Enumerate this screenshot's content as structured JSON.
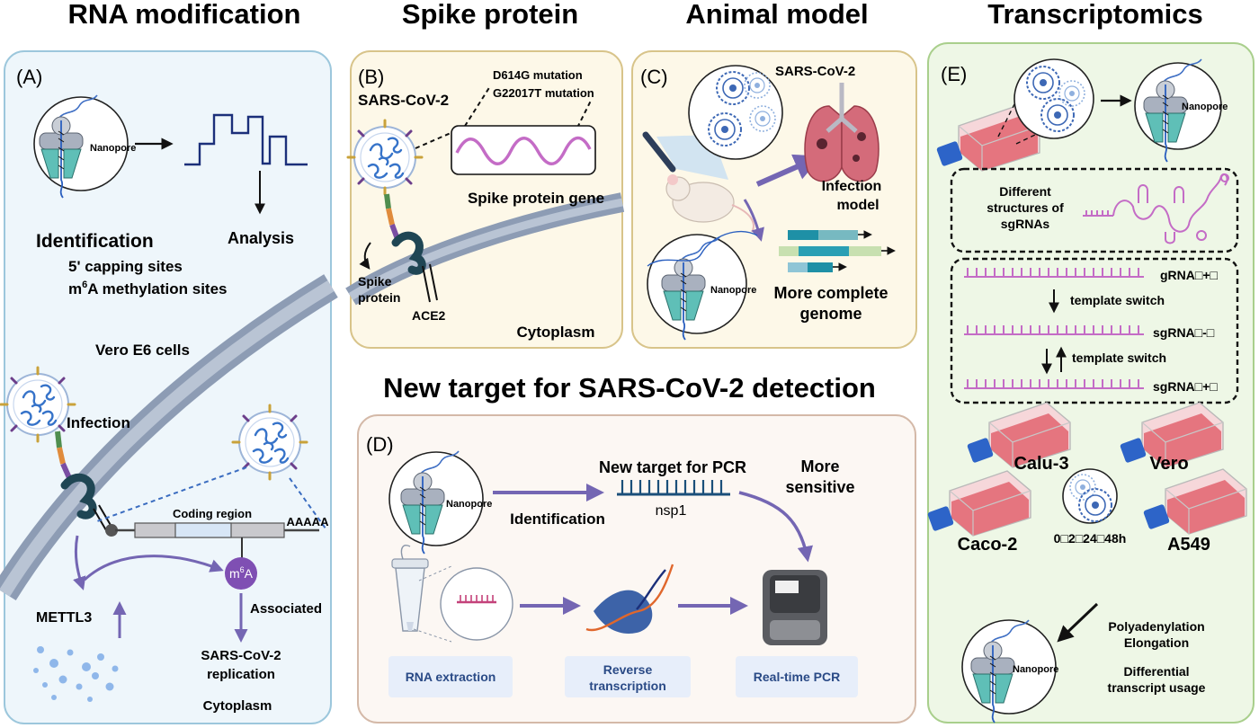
{
  "titles": {
    "rna": "RNA modification",
    "spike": "Spike protein",
    "animal": "Animal model",
    "trans": "Transcriptomics",
    "detect": "New target for SARS-CoV-2 detection"
  },
  "nanopore": "Nanopore",
  "panel_a": {
    "label": "(A)",
    "identification": "Identification",
    "analysis": "Analysis",
    "site1": "5' capping sites",
    "site2_pre": "m",
    "site2_sup": "6",
    "site2_post": "A methylation sites",
    "vero": "Vero E6 cells",
    "infection": "Infection",
    "coding": "Coding region",
    "polya": "AAAAA",
    "m6a_main": "m",
    "m6a_sup": "6",
    "m6a_end": "A",
    "associated": "Associated",
    "mettl3": "METTL3",
    "repl1": "SARS-CoV-2",
    "repl2": "replication",
    "cyto": "Cytoplasm"
  },
  "panel_b": {
    "label": "(B)",
    "virus": "SARS-CoV-2",
    "mut1": "D614G mutation",
    "mut2": "G22017T mutation",
    "gene": "Spike protein gene",
    "spike1": "Spike",
    "spike2": "protein",
    "ace2": "ACE2",
    "cyto": "Cytoplasm"
  },
  "panel_c": {
    "label": "(C)",
    "virus": "SARS-CoV-2",
    "inf1": "Infection",
    "inf2": "model",
    "genome1": "More complete",
    "genome2": "genome"
  },
  "panel_d": {
    "label": "(D)",
    "pcr_target": "New target for PCR",
    "nsp1": "nsp1",
    "identification": "Identification",
    "sens1": "More",
    "sens2": "sensitive",
    "step1": "RNA extraction",
    "step2a": "Reverse",
    "step2b": "transcription",
    "step3": "Real-time PCR"
  },
  "panel_e": {
    "label": "(E)",
    "diff1": "Different",
    "diff2": "structures of",
    "diff3": "sgRNAs",
    "g1": "gRNA□+□",
    "g2": "sgRNA□-□",
    "g3": "sgRNA□+□",
    "switch1": "template switch",
    "switch2": "template switch",
    "cell1": "Calu-3",
    "cell2": "Vero",
    "cell3": "Caco-2",
    "cell4": "A549",
    "time": "0□2□24□48h",
    "out1": "Polyadenylation",
    "out2": "Elongation",
    "out3": "Differential",
    "out4": "transcript usage"
  },
  "colors": {
    "panel_a_bg": "#eef6fb",
    "panel_a_border": "#9cc7dc",
    "panel_bc_bg": "#fdf8e8",
    "panel_bc_border": "#d8c48a",
    "panel_d_bg": "#fcf7f3",
    "panel_d_border": "#d4b9a8",
    "panel_e_bg": "#eef7e6",
    "panel_e_border": "#a9cf8c",
    "arrow_purple": "#7466b3",
    "signal_navy": "#1b2f7a",
    "sgrna_pink": "#c46cc6",
    "membrane": "#8d9cb4",
    "flask_red": "#e4707a",
    "cap_blue": "#2d64c8"
  }
}
